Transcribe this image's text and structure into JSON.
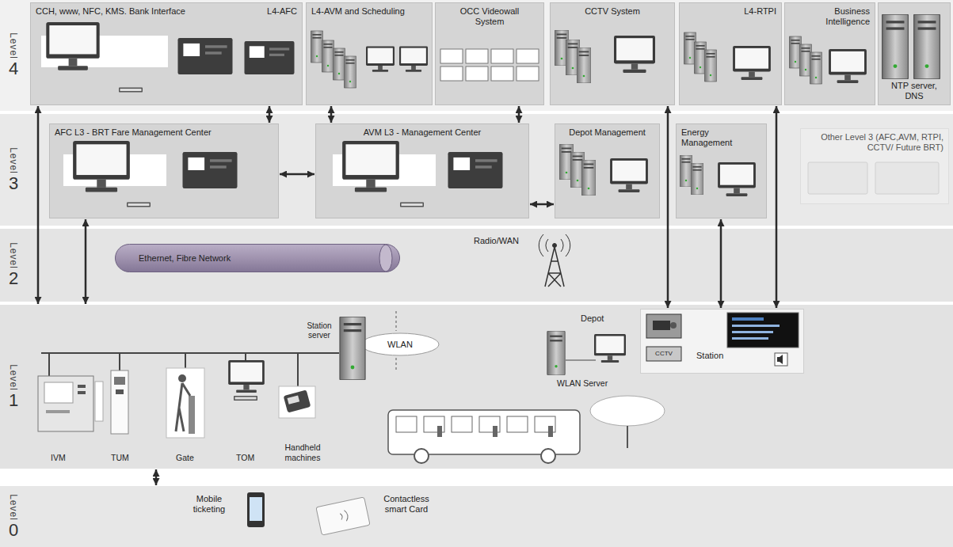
{
  "diagram": {
    "nodes": [
      {
        "text": [
          "Level",
          "4"
        ]
      },
      {
        "text": [
          "CCH, www, NFC, KMS. Bank Interface",
          "L4-AFC"
        ],
        "in": 0
      },
      {
        "text": [
          "L4-AVM and Scheduling"
        ],
        "in": 0
      },
      {
        "text": [
          "OCC Videowall System"
        ],
        "in": 0
      },
      {
        "text": [
          "CCTV System"
        ],
        "in": 0
      },
      {
        "text": [
          "L4-RTPI"
        ],
        "in": 0
      },
      {
        "text": [
          "Business Intelligence"
        ],
        "in": 0
      },
      {
        "text": [
          "NTP server, DNS"
        ],
        "in": 0
      },
      {
        "text": [
          "Level",
          "3"
        ]
      },
      {
        "text": [
          "AFC L3 - BRT Fare Management Center"
        ],
        "in": 8
      },
      {
        "text": [
          "AVM L3 - Management Center"
        ],
        "in": 8
      },
      {
        "text": [
          "Depot Management"
        ],
        "in": 8
      },
      {
        "text": [
          "Energy Management"
        ],
        "in": 8
      },
      {
        "text": [
          "Other Level 3 (AFC,AVM, RTPI, CCTV/ Future BRT)"
        ],
        "in": 8
      },
      {
        "text": [
          "Level",
          "2"
        ]
      },
      {
        "text": [
          "Ethernet, Fibre Network"
        ],
        "in": 14
      },
      {
        "text": [
          "Level",
          "1"
        ]
      },
      {
        "text": [
          "Station"
        ],
        "in": 16
      },
      {
        "text": [
          "WLAN"
        ],
        "in": 16
      },
      {
        "text": [
          "Level",
          "0"
        ]
      }
    ],
    "edges": [
      {
        "from": 1,
        "to": 16,
        "arrow": "both"
      },
      {
        "from": 1,
        "to": 9,
        "arrow": "both"
      },
      {
        "from": 9,
        "to": 16,
        "arrow": "both"
      },
      {
        "from": 2,
        "to": 10,
        "arrow": "both"
      },
      {
        "from": 3,
        "to": 10,
        "arrow": "both"
      },
      {
        "from": 9,
        "to": 10,
        "arrow": "both"
      },
      {
        "from": 10,
        "to": 11,
        "arrow": "both"
      },
      {
        "from": 4,
        "to": 17,
        "arrow": "both"
      },
      {
        "from": 12,
        "to": 17,
        "arrow": "both"
      },
      {
        "from": 5,
        "to": 17,
        "arrow": "both"
      },
      {
        "from": 16,
        "to": 19,
        "arrow": "both"
      }
    ],
    "labels": [
      "Radio/WAN",
      "Station server",
      "Depot",
      "WLAN Server",
      "CCTV",
      "IVM",
      "TUM",
      "Gate",
      "TOM",
      "Handheld machines",
      "Mobile ticketing",
      "Contactless smart Card"
    ]
  }
}
